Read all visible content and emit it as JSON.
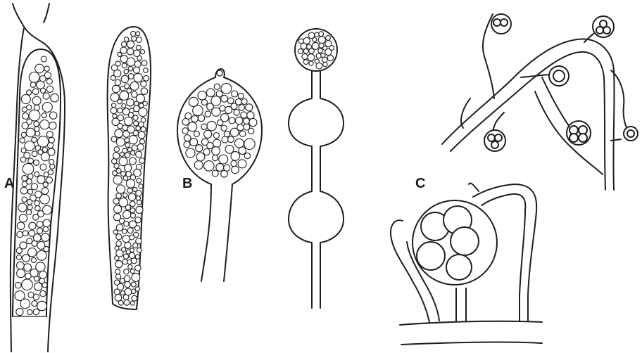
{
  "labels": {
    "a": "A",
    "b": "B",
    "c": "C"
  },
  "colors": {
    "ink": "#1e1e1e",
    "paper": "#ffffff"
  }
}
